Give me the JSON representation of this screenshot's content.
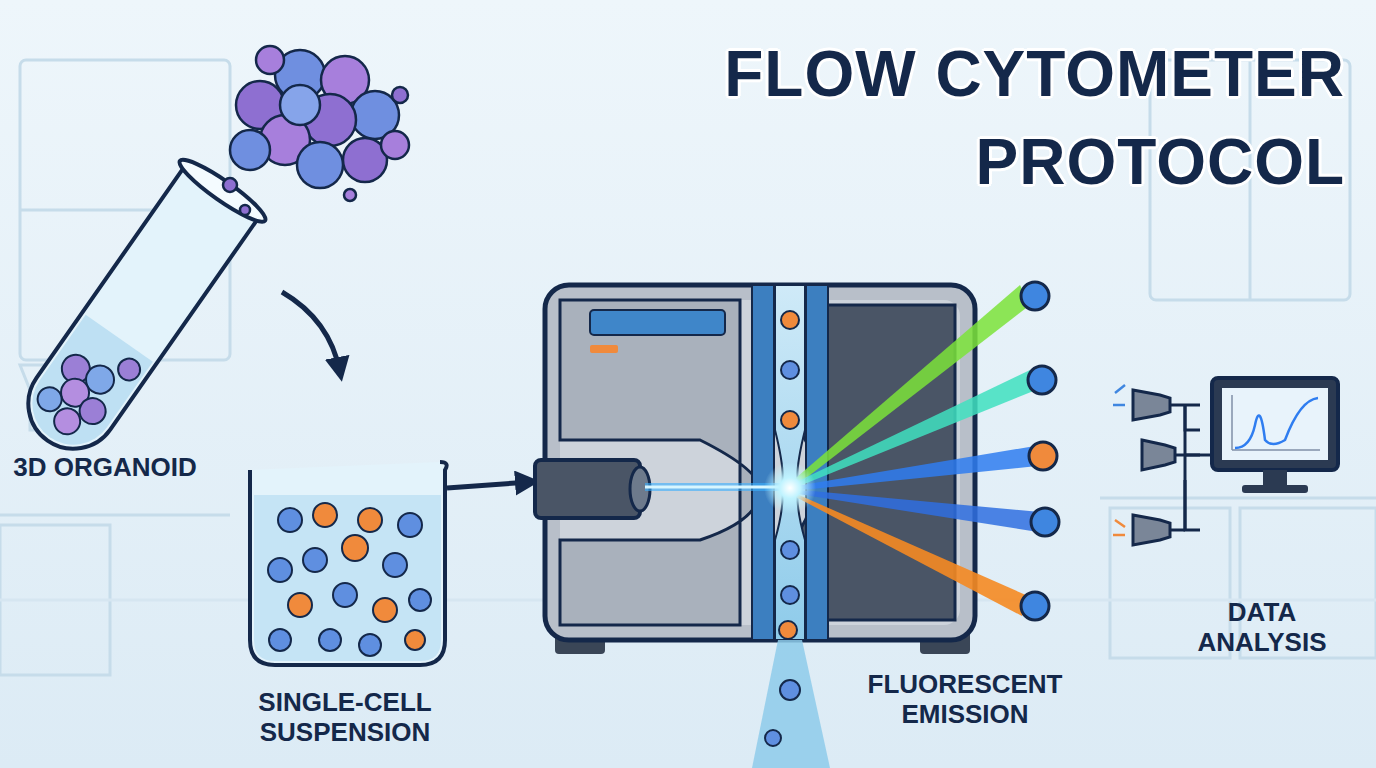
{
  "diagram": {
    "title": "FLOW CYTOMETER PROTOCOL",
    "labels": [
      "3D ORGANOID",
      "SINGLE-CELL SUSPENSION",
      "FLUORESCENT EMISSION",
      "DATA ANALYSIS"
    ]
  }
}
